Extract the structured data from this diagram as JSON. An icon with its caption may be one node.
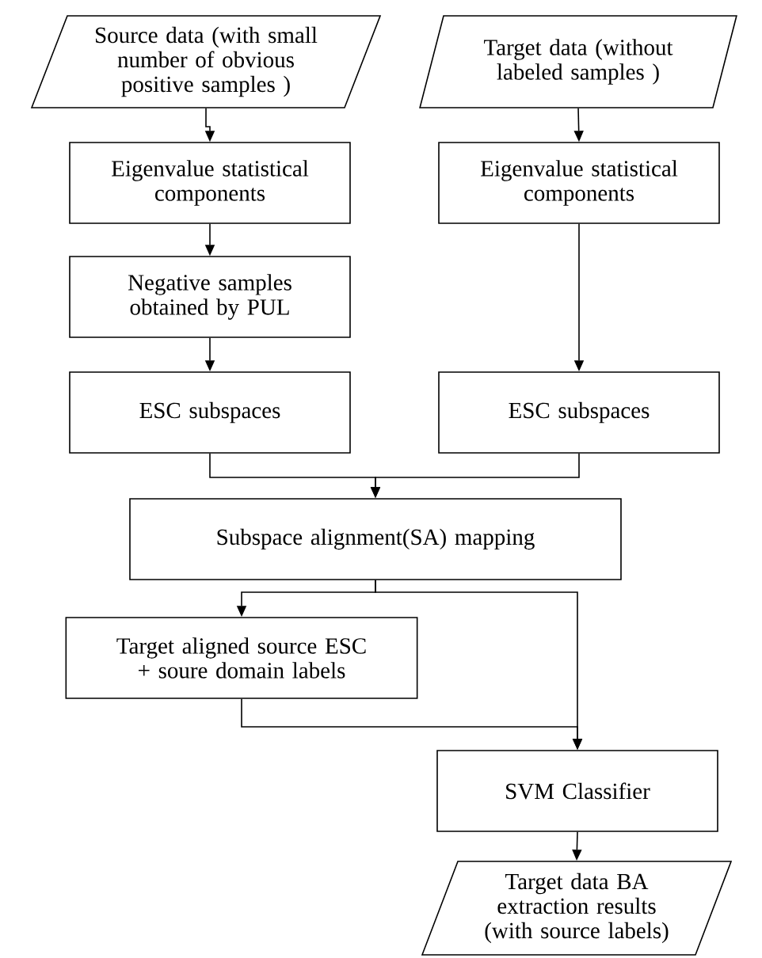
{
  "diagram": {
    "nodes": [
      {
        "text": [
          "Source data (with small number of obvious positive samples )"
        ]
      },
      {
        "text": [
          "Target data (without labeled samples )"
        ]
      },
      {
        "text": [
          "Eigenvalue statistical components"
        ]
      },
      {
        "text": [
          "Eigenvalue statistical components"
        ]
      },
      {
        "text": [
          "Negative samples obtained by PUL"
        ]
      },
      {
        "text": [
          "ESC subspaces"
        ]
      },
      {
        "text": [
          "ESC subspaces"
        ]
      },
      {
        "text": [
          "Subspace alignment(SA) mapping"
        ]
      },
      {
        "text": [
          "Target aligned source ESC + soure domain labels"
        ]
      },
      {
        "text": [
          "SVM Classifier"
        ]
      },
      {
        "text": [
          "Target data BA extraction results (with source labels)"
        ]
      }
    ],
    "edges": [
      {
        "from": 0,
        "to": 2,
        "arrow": "to"
      },
      {
        "from": 2,
        "to": 4,
        "arrow": "to"
      },
      {
        "from": 4,
        "to": 5,
        "arrow": "to"
      },
      {
        "from": 1,
        "to": 3,
        "arrow": "to"
      },
      {
        "from": 3,
        "to": 6,
        "arrow": "to"
      },
      {
        "from": 5,
        "to": 7,
        "arrow": "to"
      },
      {
        "from": 6,
        "to": 7,
        "arrow": "to"
      },
      {
        "from": 7,
        "to": 8,
        "arrow": "to"
      },
      {
        "from": 7,
        "to": 9,
        "arrow": "to"
      },
      {
        "from": 8,
        "to": 9,
        "arrow": "to"
      },
      {
        "from": 9,
        "to": 10,
        "arrow": "to"
      }
    ]
  }
}
